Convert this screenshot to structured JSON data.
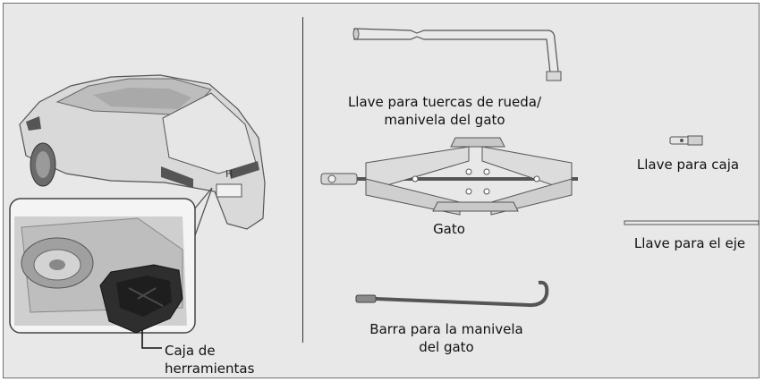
{
  "labels": {
    "lug_wrench": [
      "Llave para tuercas de rueda/",
      "manivela del gato"
    ],
    "jack": "Gato",
    "jack_handle_bar": [
      "Barra para la manivela",
      "del gato"
    ],
    "socket_wrench": "Llave para caja",
    "axle_wrench": "Llave para el eje",
    "tool_case": [
      "Caja de",
      "herramientas"
    ]
  },
  "illustration": {
    "car_emblem": "H"
  }
}
